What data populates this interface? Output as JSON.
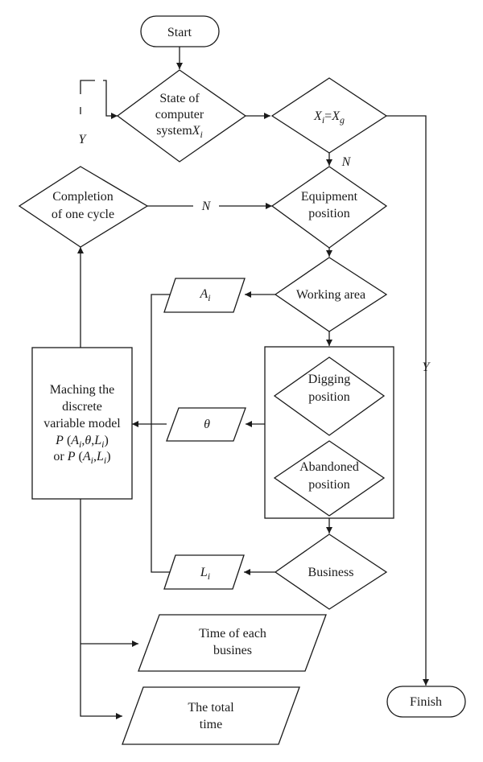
{
  "flowchart": {
    "start": "Start",
    "state": {
      "line1": "State of",
      "line2": "computer",
      "line3": "system",
      "var": "X",
      "sub": "i"
    },
    "check": {
      "lhs": "X",
      "lhs_sub": "i",
      "eq": "=",
      "rhs": "X",
      "rhs_sub": "g"
    },
    "equipment": {
      "line1": "Equipment",
      "line2": "position"
    },
    "completion": {
      "line1": "Completion",
      "line2": "of one cycle"
    },
    "working_area": "Working area",
    "digging": {
      "line1": "Digging",
      "line2": "position"
    },
    "abandoned": {
      "line1": "Abandoned",
      "line2": "position"
    },
    "business": "Business",
    "a_i": {
      "var": "A",
      "sub": "i"
    },
    "theta": "θ",
    "l_i": {
      "var": "L",
      "sub": "i"
    },
    "matching": {
      "line1": "Maching the",
      "line2": "discrete",
      "line3": "variable model",
      "line4": "P (A,θ,L)",
      "line5": "or P (A,L)"
    },
    "time_each": {
      "line1": "Time of each",
      "line2": "busines"
    },
    "total_time": {
      "line1": "The total",
      "line2": "time"
    },
    "finish": "Finish",
    "labels": {
      "yes": "Y",
      "no": "N"
    }
  }
}
